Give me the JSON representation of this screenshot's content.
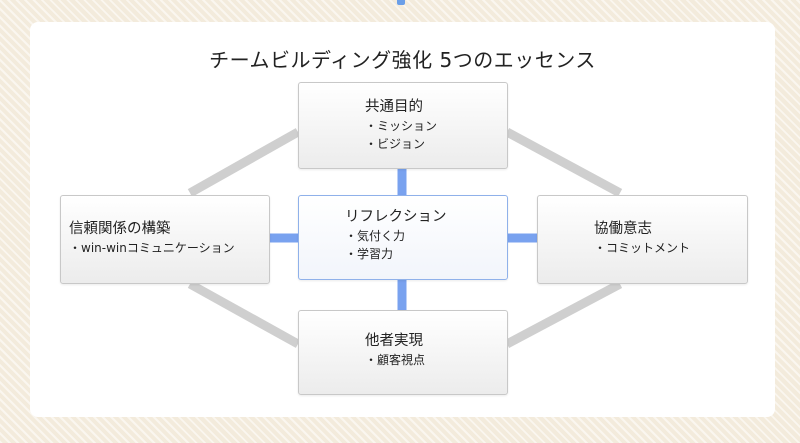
{
  "title": "チームビルディング強化 5つのエッセンス",
  "boxes": {
    "top": {
      "title": "共通目的",
      "items": [
        "・ミッション",
        "・ビジョン"
      ]
    },
    "left": {
      "title": "信頼関係の構築",
      "items": [
        "・win-winコミュニケーション"
      ]
    },
    "center": {
      "title": "リフレクション",
      "items": [
        "・気付く力",
        "・学習力"
      ]
    },
    "right": {
      "title": "協働意志",
      "items": [
        "・コミットメント"
      ]
    },
    "bottom": {
      "title": "他者実現",
      "items": [
        "・顧客視点"
      ]
    }
  },
  "colors": {
    "outer_connector": "#cfcfcf",
    "inner_connector": "#79a2ef",
    "center_border": "#8fb1ea",
    "background": "#f3ebdc"
  }
}
